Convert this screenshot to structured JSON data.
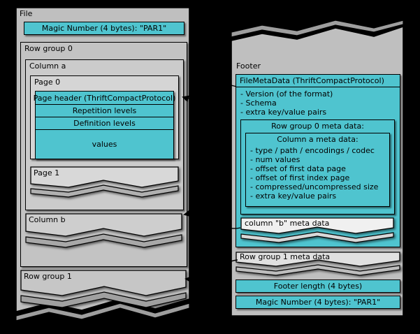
{
  "colors": {
    "accent_teal": "#4fc4cf",
    "panel_gray": "#bfbfbf",
    "background": "#000000"
  },
  "file_panel": {
    "title": "File",
    "magic_number": "Magic Number (4 bytes): \"PAR1\"",
    "row_group_0": {
      "title": "Row group 0",
      "column_a": {
        "title": "Column a",
        "page_0": {
          "title": "Page 0",
          "rows": [
            "Page header (ThriftCompactProtocol)",
            "Repetition levels",
            "Definition levels",
            "values"
          ]
        },
        "page_1": {
          "title": "Page 1"
        }
      },
      "column_b": {
        "title": "Column b"
      }
    },
    "row_group_1": {
      "title": "Row group 1"
    }
  },
  "footer_panel": {
    "title": "Footer",
    "file_meta_data": {
      "title": "FileMetaData (ThriftCompactProtocol)",
      "items": [
        "- Version (of the format)",
        "- Schema",
        "- extra key/value pairs"
      ],
      "row_group_0_meta": {
        "title": "Row group 0 meta data:",
        "column_a_meta": {
          "title": "Column a meta data:",
          "items": [
            "- type / path / encodings /  codec",
            "- num values",
            "- offset of first data page",
            "- offset of first index page",
            "- compressed/uncompressed size",
            "- extra key/value pairs"
          ]
        }
      },
      "column_b_meta": "column \"b\" meta data"
    },
    "row_group_1_meta": "Row group 1 meta data",
    "footer_length": "Footer length (4 bytes)",
    "magic_number": "Magic Number (4 bytes): \"PAR1\""
  }
}
